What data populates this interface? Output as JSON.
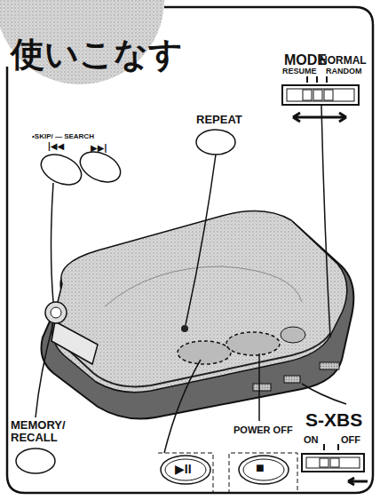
{
  "diagram": {
    "title": "使いこなす",
    "labels": [
      "MODE",
      "NORMAL",
      "RESUME",
      "RANDOM",
      "•SKIP/ — SEARCH",
      "|◀◀",
      "▶▶|",
      "REPEAT",
      "MEMORY/ RECALL",
      "▶II",
      "POWER OFF",
      "■",
      "S-XBS",
      "ON",
      "OFF"
    ]
  }
}
